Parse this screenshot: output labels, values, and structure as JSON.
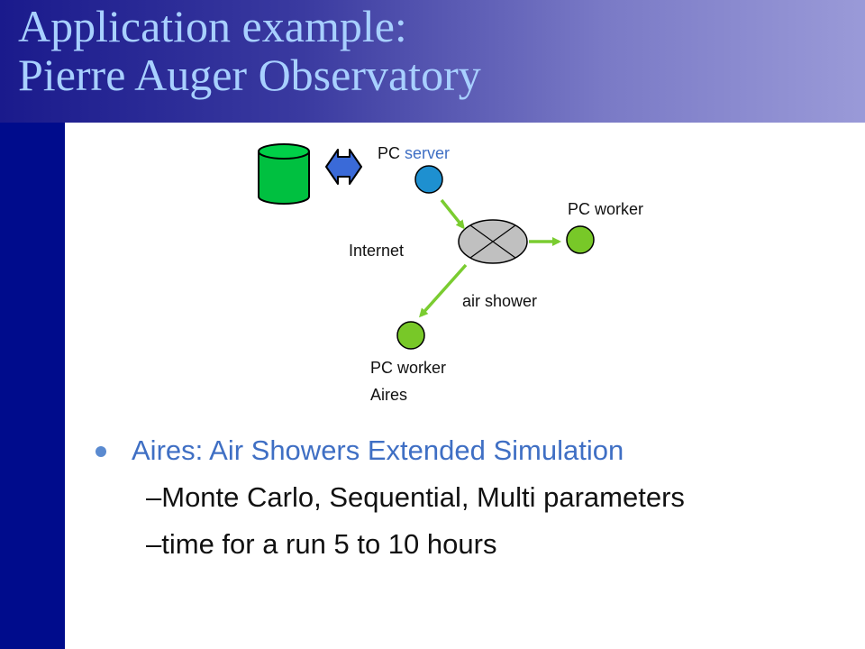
{
  "title": {
    "line1": "Application example:",
    "line2": "Pierre Auger Observatory"
  },
  "diagram": {
    "pc_server_prefix": "PC ",
    "pc_server_accent": "server",
    "pc_worker_right": "PC worker",
    "internet": "Internet",
    "air_shower": "air shower",
    "pc_worker_bottom_line1": "PC worker",
    "pc_worker_bottom_line2": "Aires"
  },
  "bullets": {
    "main": "Aires: Air Showers Extended Simulation",
    "subs": [
      "–Monte Carlo, Sequential, Multi parameters",
      "–time for a run 5 to 10 hours"
    ]
  },
  "colors": {
    "sidebar": "#000c8c",
    "title_text": "#a8d0ff",
    "accent_blue": "#3f6fc4",
    "node_green": "#78c828",
    "server_blue": "#1e90d0",
    "database_green": "#00c040",
    "arrow_blue": "#3a6ad8",
    "internet_gray": "#c0c0c0"
  }
}
